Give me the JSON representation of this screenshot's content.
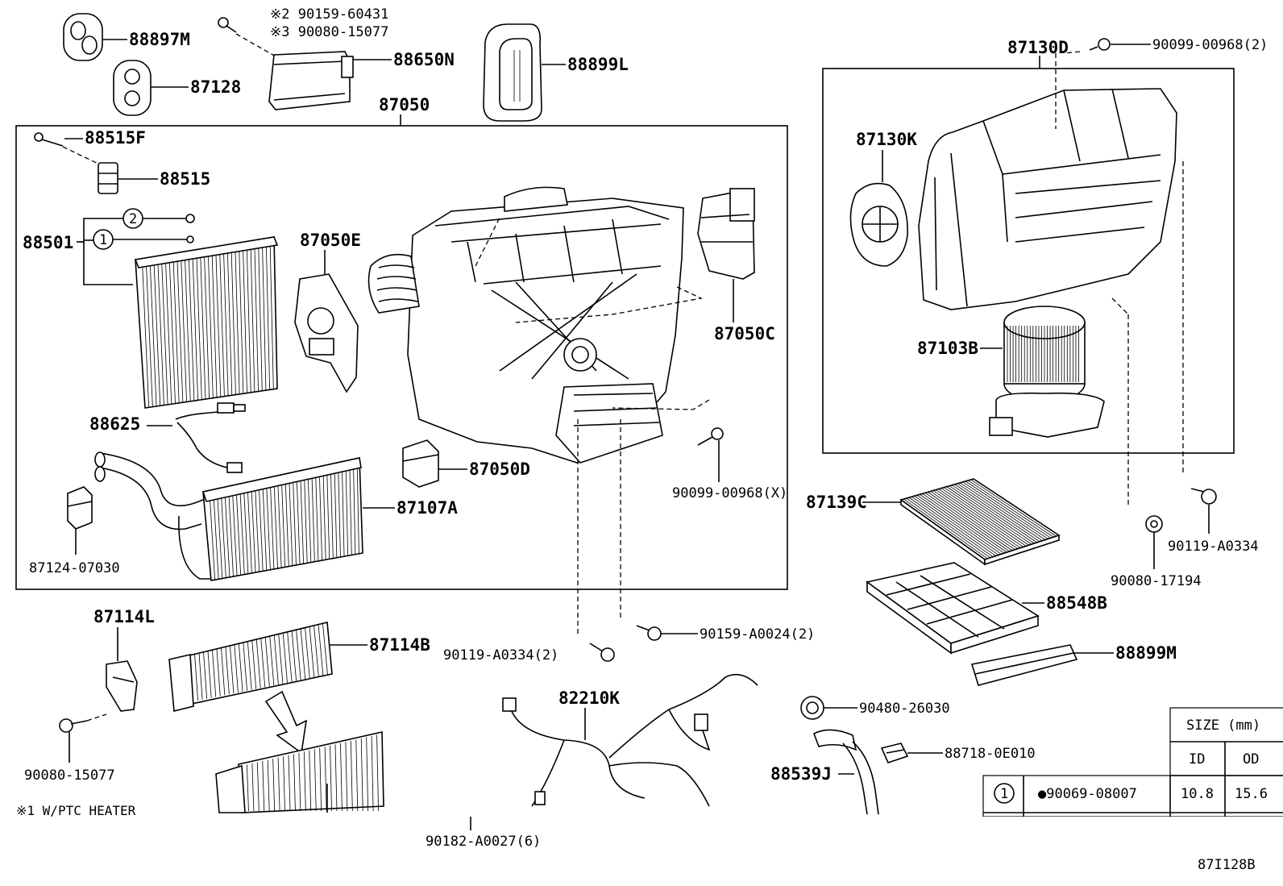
{
  "figure_id": "87I128B",
  "labels": {
    "p88897M": "88897M",
    "p87128": "87128",
    "note2": "※2 90159-60431",
    "note3": "※3 90080-15077",
    "p88650N": "88650N",
    "p88899L": "88899L",
    "p87050": "87050",
    "p88515F": "88515F",
    "p88515": "88515",
    "p88501": "88501",
    "c1": "1",
    "c2": "2",
    "p87050E": "87050E",
    "p87050C": "87050C",
    "p88625": "88625",
    "p87050D": "87050D",
    "p87107A": "87107A",
    "p90099_X": "90099-00968(X)",
    "p87124": "87124-07030",
    "p87130D": "87130D",
    "p90099_2": "90099-00968(2)",
    "p87130K": "87130K",
    "p87103B": "87103B",
    "p87139C": "87139C",
    "p90119_A": "90119-A0334",
    "p90080_17194": "90080-17194",
    "p88548B": "88548B",
    "p88899M": "88899M",
    "p87114L": "87114L",
    "p87114B": "87114B",
    "p90119_2": "90119-A0334(2)",
    "p90159_2": "90159-A0024(2)",
    "p90080_15077": "90080-15077",
    "p82210K": "82210K",
    "p90480": "90480-26030",
    "p88718": "88718-0E010",
    "p88539J": "88539J",
    "p90182": "90182-A0027(6)",
    "footnote": "※1 W/PTC HEATER"
  },
  "size_table": {
    "title": "SIZE (mm)",
    "col_id": "ID",
    "col_od": "OD",
    "rows": [
      {
        "key": "1",
        "part": "●90069-08007",
        "id": "10.8",
        "od": "15.6"
      }
    ]
  }
}
